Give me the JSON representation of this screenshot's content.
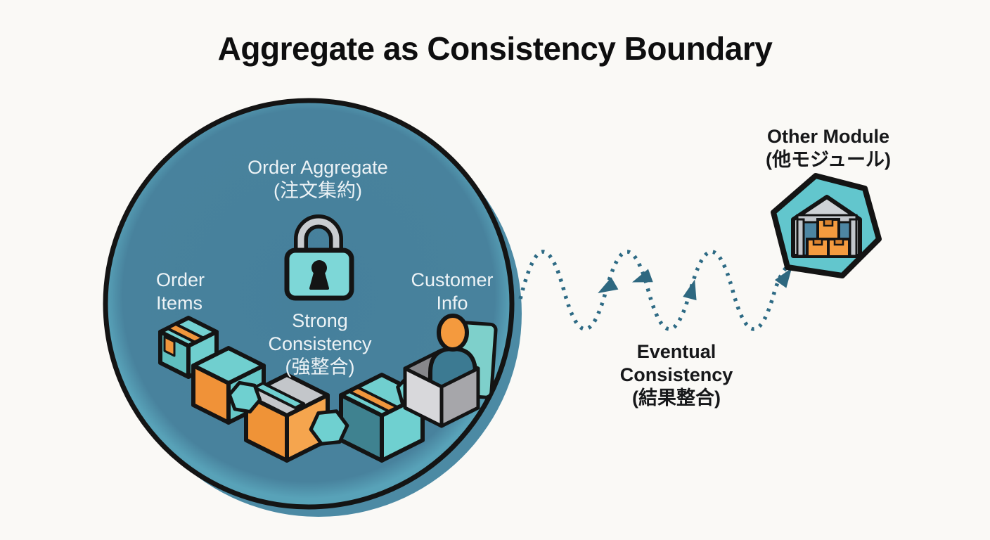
{
  "title": "Aggregate as Consistency Boundary",
  "aggregate": {
    "name_en": "Order Aggregate",
    "name_jp": "(注文集約)",
    "order_items": "Order Items",
    "customer_info": "Customer Info",
    "strong_en": "Strong Consistency",
    "strong_jp": "(強整合)"
  },
  "flow": {
    "eventual_en": "Eventual Consistency",
    "eventual_jp": "(結果整合)"
  },
  "other_module": {
    "name_en": "Other Module",
    "name_jp": "(他モジュール)"
  },
  "icons": {
    "lock": "lock-icon",
    "order_items": "package-chain-icon",
    "customer": "person-in-box-icon",
    "flow": "wavy-dashed-arrow-icon",
    "other_module": "warehouse-hexagon-icon"
  },
  "colors": {
    "background": "#faf9f6",
    "circle_fill": "#47809a",
    "circle_rim": "#58a2b8",
    "outline": "#141414",
    "teal": "#6fd0d0",
    "orange": "#f0963c",
    "gray": "#c6c6ca",
    "dark_teal": "#2d6a84",
    "label_light": "#edf3f6",
    "text_dark": "#17181a"
  }
}
